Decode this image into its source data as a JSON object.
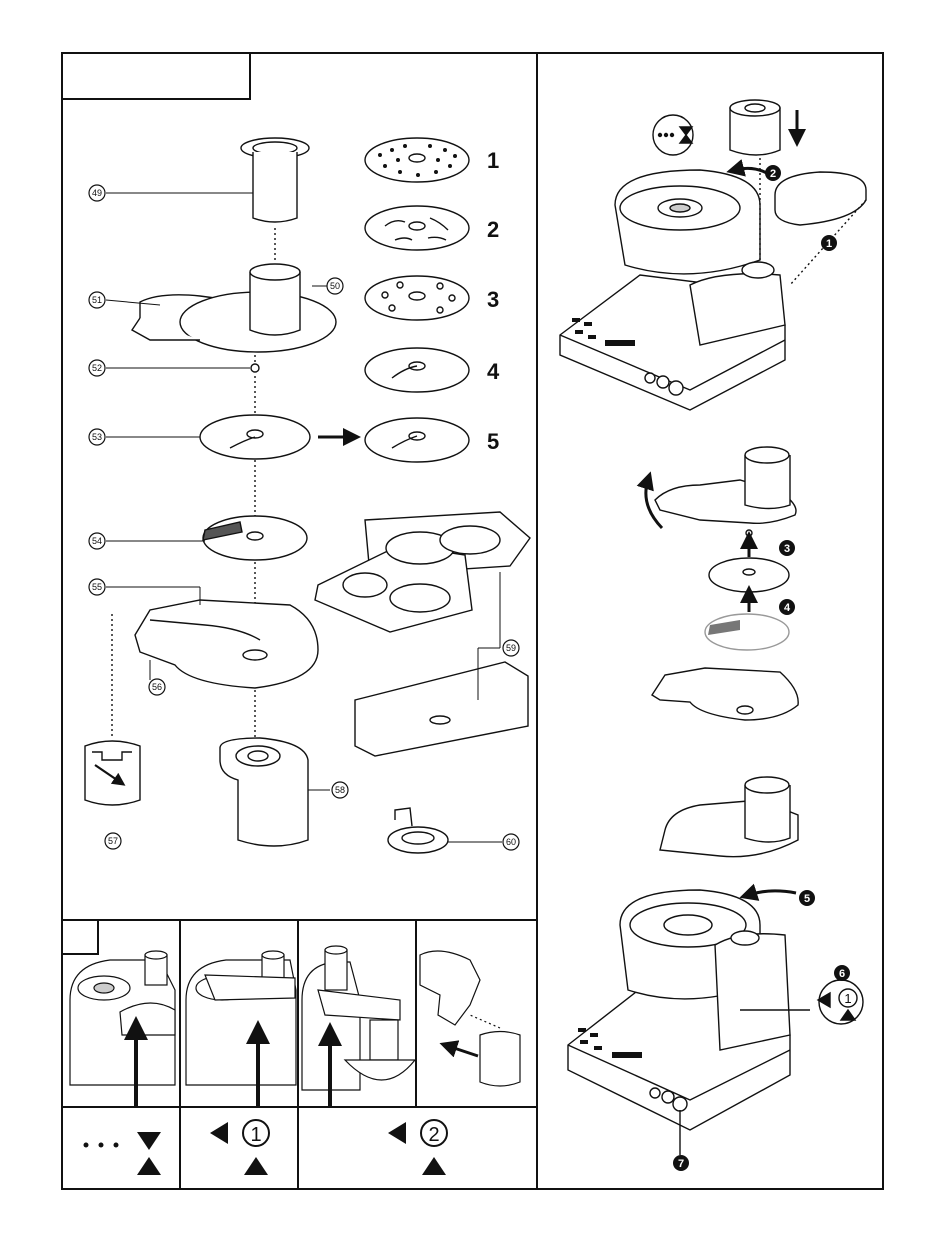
{
  "parts": {
    "p49": "49",
    "p50": "50",
    "p51": "51",
    "p52": "52",
    "p53": "53",
    "p54": "54",
    "p55": "55",
    "p56": "56",
    "p57": "57",
    "p58": "58",
    "p59": "59",
    "p60": "60"
  },
  "discs": {
    "d1": "1",
    "d2": "2",
    "d3": "3",
    "d4": "4",
    "d5": "5"
  },
  "steps": {
    "s1": "1",
    "s2": "2",
    "s3": "3",
    "s4": "4",
    "s5": "5",
    "s6": "6",
    "s7": "7"
  },
  "speed_panels": {
    "p1_symbol": "1",
    "p2_symbol": "2"
  },
  "colors": {
    "line": "#111111",
    "fill": "#ffffff",
    "shade": "#d9d9d9",
    "dark_band": "#555555"
  }
}
